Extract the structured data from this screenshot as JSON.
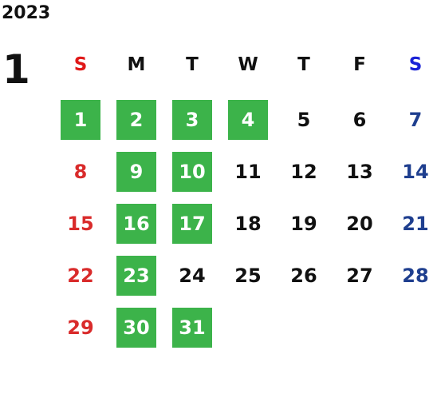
{
  "calendar": {
    "year": "2023",
    "month": "1",
    "weekdays": [
      "S",
      "M",
      "T",
      "W",
      "T",
      "F",
      "S"
    ],
    "colors": {
      "sunday_header": "#e01818",
      "saturday_header": "#1a22d6",
      "weekday_header": "#111111",
      "sunday": "#d92b2b",
      "saturday": "#1f3f8f",
      "highlight_bg": "#3cb34a",
      "highlight_text": "#ffffff"
    },
    "weeks": [
      [
        {
          "d": "1",
          "hl": true
        },
        {
          "d": "2",
          "hl": true
        },
        {
          "d": "3",
          "hl": true
        },
        {
          "d": "4",
          "hl": true
        },
        {
          "d": "5",
          "hl": false
        },
        {
          "d": "6",
          "hl": false
        },
        {
          "d": "7",
          "hl": false
        }
      ],
      [
        {
          "d": "8",
          "hl": false
        },
        {
          "d": "9",
          "hl": true
        },
        {
          "d": "10",
          "hl": true
        },
        {
          "d": "11",
          "hl": false
        },
        {
          "d": "12",
          "hl": false
        },
        {
          "d": "13",
          "hl": false
        },
        {
          "d": "14",
          "hl": false
        }
      ],
      [
        {
          "d": "15",
          "hl": false
        },
        {
          "d": "16",
          "hl": true
        },
        {
          "d": "17",
          "hl": true
        },
        {
          "d": "18",
          "hl": false
        },
        {
          "d": "19",
          "hl": false
        },
        {
          "d": "20",
          "hl": false
        },
        {
          "d": "21",
          "hl": false
        }
      ],
      [
        {
          "d": "22",
          "hl": false
        },
        {
          "d": "23",
          "hl": true
        },
        {
          "d": "24",
          "hl": false
        },
        {
          "d": "25",
          "hl": false
        },
        {
          "d": "26",
          "hl": false
        },
        {
          "d": "27",
          "hl": false
        },
        {
          "d": "28",
          "hl": false
        }
      ],
      [
        {
          "d": "29",
          "hl": false
        },
        {
          "d": "30",
          "hl": true
        },
        {
          "d": "31",
          "hl": true
        }
      ]
    ]
  }
}
